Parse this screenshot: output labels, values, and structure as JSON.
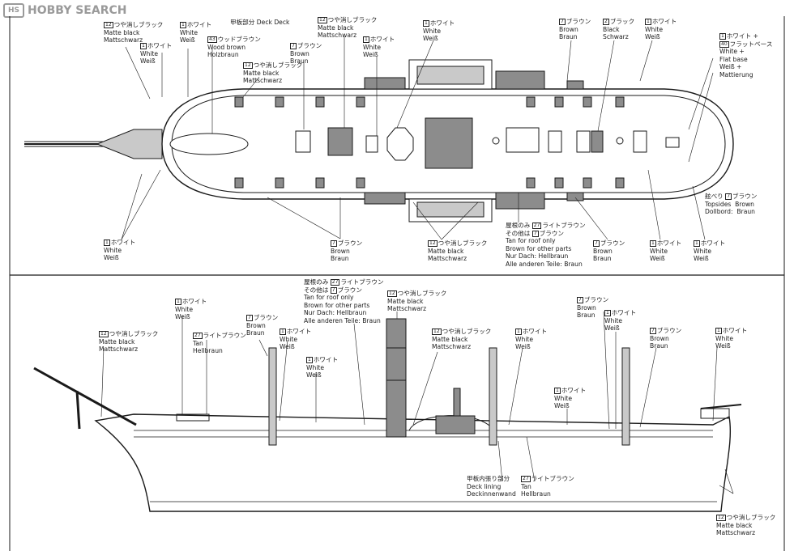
{
  "watermark": {
    "badge": "HS",
    "text": "HOBBY SEARCH"
  },
  "deck_heading": {
    "jp": "甲板部分",
    "en": "Deck",
    "de": "Deck"
  },
  "top_labels": [
    {
      "code": "12",
      "jp": "つや消しブラック",
      "en": "Matte black",
      "de": "Mattschwarz"
    },
    {
      "code": "1",
      "jp": "ホワイト",
      "en": "White",
      "de": "Weiß"
    },
    {
      "code": "1",
      "jp": "ホワイト",
      "en": "White",
      "de": "Weiß"
    },
    {
      "code": "43",
      "jp": "ウッドブラウン",
      "en": "Wood brown",
      "de": "Holzbraun"
    },
    {
      "code": "12",
      "jp": "つや消しブラック",
      "en": "Matte black",
      "de": "Mattschwarz"
    },
    {
      "code": "7",
      "jp": "ブラウン",
      "en": "Brown",
      "de": "Braun"
    },
    {
      "code": "12",
      "jp": "つや消しブラック",
      "en": "Matte black",
      "de": "Mattschwarz"
    },
    {
      "code": "1",
      "jp": "ホワイト",
      "en": "White",
      "de": "Weiß"
    },
    {
      "code": "1",
      "jp": "ホワイト",
      "en": "White",
      "de": "Weiß"
    },
    {
      "code": "7",
      "jp": "ブラウン",
      "en": "Brown",
      "de": "Braun"
    },
    {
      "code": "2",
      "jp": "ブラック",
      "en": "Black",
      "de": "Schwarz"
    },
    {
      "code": "1",
      "jp": "ホワイト",
      "en": "White",
      "de": "Weiß"
    },
    {
      "code": "1",
      "jp": "ホワイト +",
      "jp2": "フラットベース",
      "code2": "40",
      "en": "White +",
      "en2": "Flat base",
      "de": "Weiß +",
      "de2": "Mattierung"
    }
  ],
  "bottom_of_plan_labels": [
    {
      "code": "1",
      "jp": "ホワイト",
      "en": "White",
      "de": "Weiß"
    },
    {
      "code": "7",
      "jp": "ブラウン",
      "en": "Brown",
      "de": "Braun"
    },
    {
      "code": "12",
      "jp": "つや消しブラック",
      "en": "Matte black",
      "de": "Mattschwarz"
    },
    {
      "code": "7",
      "jp": "ブラウン",
      "en": "Brown",
      "de": "Braun"
    },
    {
      "code": "1",
      "jp": "ホワイト",
      "en": "White",
      "de": "Weiß"
    },
    {
      "code": "1",
      "jp": "ホワイト",
      "en": "White",
      "de": "Weiß"
    },
    {
      "jp": "舷べり",
      "en": "Topsides",
      "de": "Dollbord:",
      "code": "7",
      "jp_b": "ブラウン",
      "en_b": "Brown",
      "de_b": "Braun"
    },
    {
      "jp": "屋根のみ",
      "code": "27",
      "jp_b": "ライトブラウン",
      "jp2": "その他は",
      "code2": "7",
      "jp2_b": "ブラウン",
      "en": "Tan for roof only",
      "en2": "Brown for other parts",
      "de": "Nur Dach: Hellbraun",
      "de2": "Alle anderen Teile: Braun"
    }
  ],
  "profile_labels": [
    {
      "code": "1",
      "jp": "ホワイト",
      "en": "White",
      "de": "Weiß"
    },
    {
      "code": "12",
      "jp": "つや消しブラック",
      "en": "Matte black",
      "de": "Mattschwarz"
    },
    {
      "code": "27",
      "jp": "ライトブラウン",
      "en": "Tan",
      "de": "Hellbraun"
    },
    {
      "code": "7",
      "jp": "ブラウン",
      "en": "Brown",
      "de": "Braun"
    },
    {
      "code": "1",
      "jp": "ホワイト",
      "en": "White",
      "de": "Weiß"
    },
    {
      "code": "1",
      "jp": "ホワイト",
      "en": "White",
      "de": "Weiß"
    },
    {
      "jp": "屋根のみ",
      "code": "27",
      "jp_b": "ライトブラウン",
      "jp2": "その他は",
      "code2": "7",
      "jp2_b": "ブラウン",
      "en": "Tan for roof only",
      "en2": "Brown for other parts",
      "de": "Nur Dach: Hellbraun",
      "de2": "Alle anderen Teile: Braun"
    },
    {
      "code": "12",
      "jp": "つや消しブラック",
      "en": "Matte black",
      "de": "Mattschwarz"
    },
    {
      "code": "12",
      "jp": "つや消しブラック",
      "en": "Matte black",
      "de": "Mattschwarz"
    },
    {
      "code": "1",
      "jp": "ホワイト",
      "en": "White",
      "de": "Weiß"
    },
    {
      "code": "1",
      "jp": "ホワイト",
      "en": "White",
      "de": "Weiß"
    },
    {
      "code": "7",
      "jp": "ブラウン",
      "en": "Brown",
      "de": "Braun"
    },
    {
      "code": "1",
      "jp": "ホワイト",
      "en": "White",
      "de": "Weiß"
    },
    {
      "code": "7",
      "jp": "ブラウン",
      "en": "Brown",
      "de": "Braun"
    },
    {
      "code": "1",
      "jp": "ホワイト",
      "en": "White",
      "de": "Weiß"
    },
    {
      "jp": "甲板内張り部分",
      "en": "Deck lining",
      "de": "Deckinnenwand"
    },
    {
      "code": "27",
      "jp": "ライトブラウン",
      "en": "Tan",
      "de": "Hellbraun"
    },
    {
      "code": "12",
      "jp": "つや消しブラック",
      "en": "Matte black",
      "de": "Mattschwarz"
    }
  ],
  "colors": {
    "line": "#1a1a1a",
    "gray_fill": "#8c8c8c",
    "light_gray": "#c9c9c9",
    "watermark": "#9a9a9a"
  }
}
